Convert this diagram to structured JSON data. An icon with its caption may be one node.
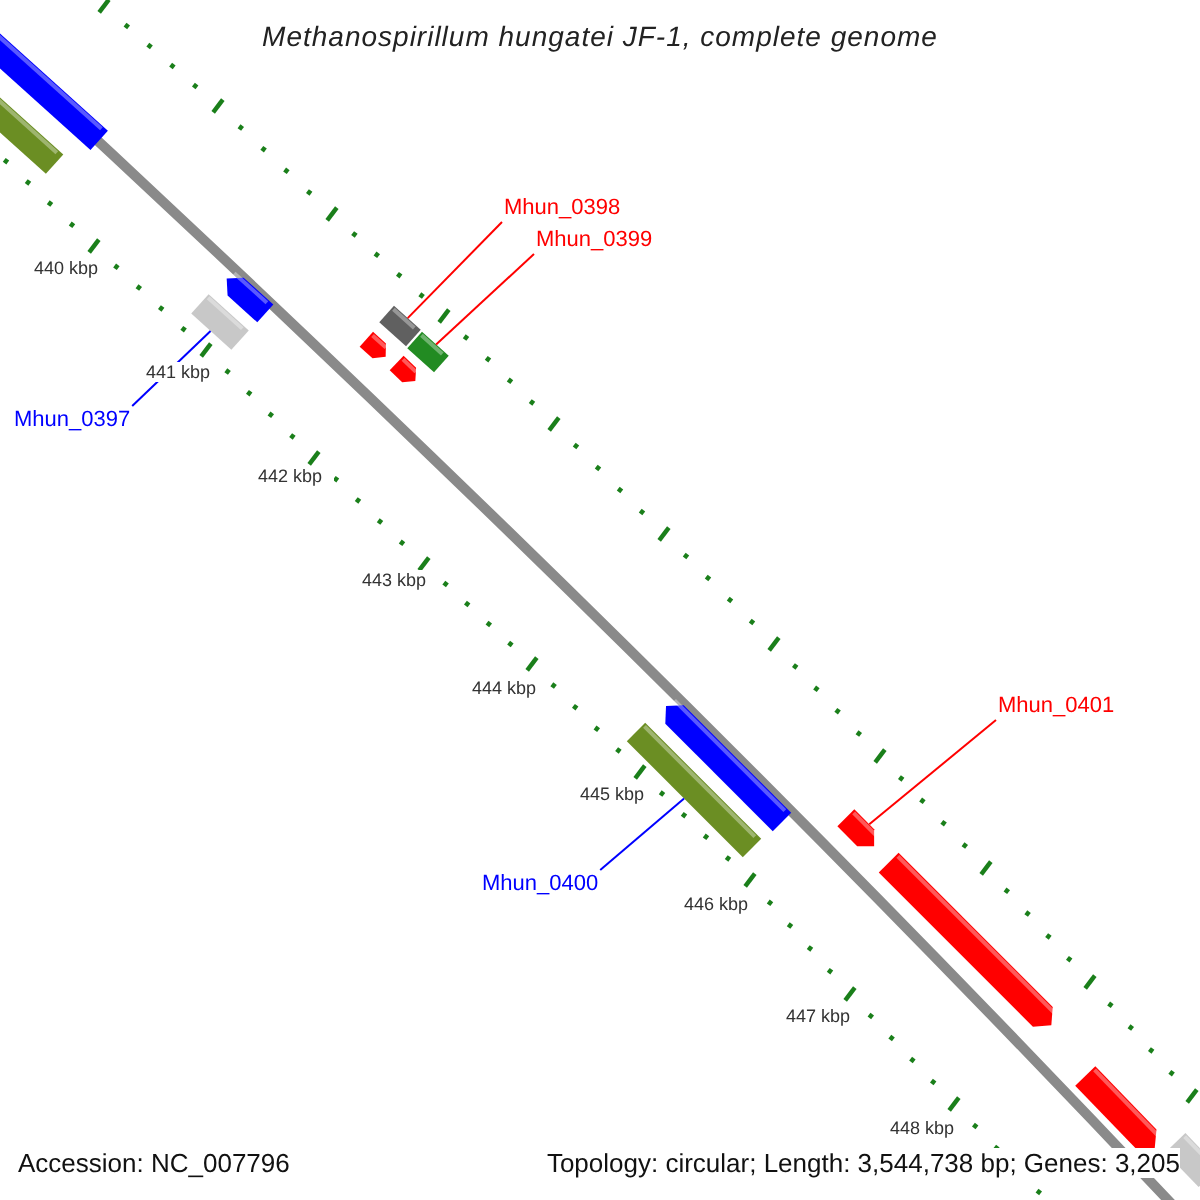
{
  "diagram": {
    "title": "Methanospirillum hungatei JF-1, complete genome",
    "nodes": [
      {
        "text": [
          "Mhun_0398"
        ]
      },
      {
        "text": [
          "Mhun_0399"
        ]
      },
      {
        "text": [
          "Mhun_0397"
        ]
      },
      {
        "text": [
          "Mhun_0401"
        ]
      },
      {
        "text": [
          "Mhun_0400"
        ]
      },
      {
        "text": [],
        "shape": "bar"
      },
      {
        "text": [],
        "shape": "bar"
      },
      {
        "text": [],
        "shape": "bar"
      },
      {
        "text": [],
        "shape": "bar"
      },
      {
        "text": [],
        "shape": "bar"
      },
      {
        "text": [],
        "shape": "bar"
      },
      {
        "text": [],
        "shape": "bar"
      },
      {
        "text": [],
        "shape": "bar"
      },
      {
        "text": [],
        "shape": "bar"
      },
      {
        "text": [],
        "shape": "bar"
      },
      {
        "text": [],
        "shape": "bar"
      },
      {
        "text": [],
        "shape": "bar"
      },
      {
        "text": [],
        "shape": "bar"
      },
      {
        "text": [],
        "shape": "bar"
      }
    ],
    "edges": [
      {
        "from": 0,
        "to": 5,
        "arrow": "none"
      },
      {
        "from": 1,
        "to": 6,
        "arrow": "none"
      },
      {
        "from": 2,
        "to": 7,
        "arrow": "none",
        "color": "#0000ff"
      },
      {
        "from": 3,
        "to": 8,
        "arrow": "none"
      },
      {
        "from": 4,
        "to": 9,
        "arrow": "none",
        "color": "#0000ff"
      }
    ],
    "labels": [
      "440 kbp",
      "441 kbp",
      "442 kbp",
      "443 kbp",
      "444 kbp",
      "445 kbp",
      "446 kbp",
      "447 kbp",
      "448 kbp",
      "Accession: NC_007796",
      "Topology: circular; Length: 3,544,738 bp; Genes: 3,205"
    ]
  }
}
